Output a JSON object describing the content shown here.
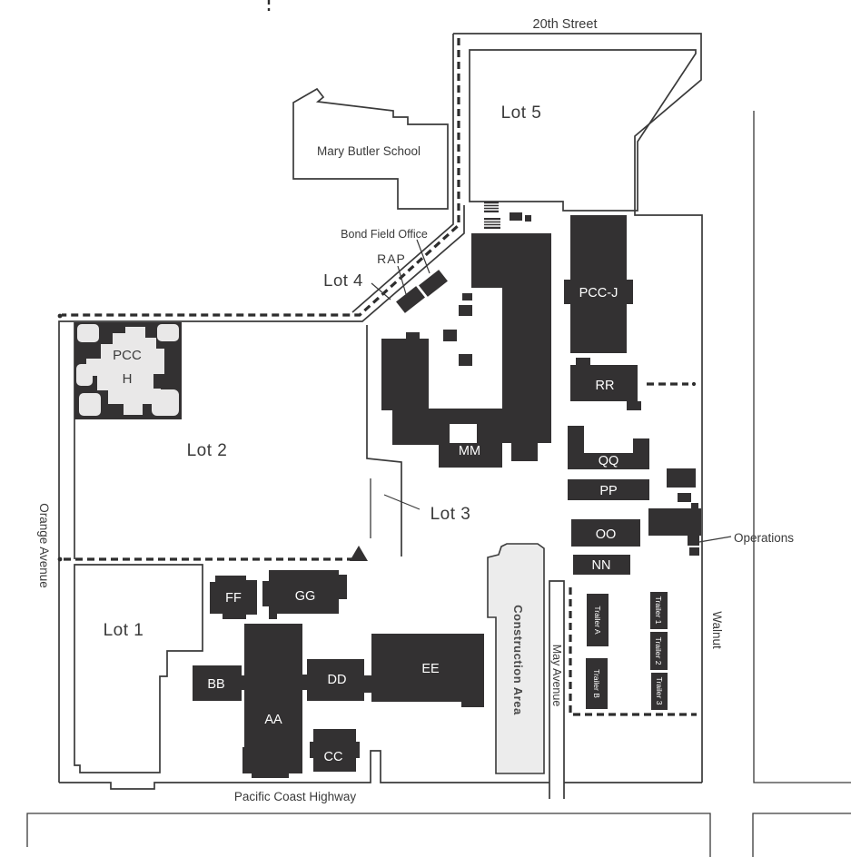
{
  "colors": {
    "building": "#333132",
    "light_area": "#e9e8e8",
    "construction": "#ececec",
    "line": "#3a3a3a",
    "dash": "#2d2d2d",
    "text": "#3a3a3a",
    "label_on_building": "#ffffff"
  },
  "streets": {
    "twentieth": "20th Street",
    "orange": "Orange Avenue",
    "pch": "Pacific Coast Highway",
    "walnut": "Walnut",
    "may": "May Avenue"
  },
  "lots": {
    "lot1": "Lot 1",
    "lot2": "Lot 2",
    "lot3": "Lot 3",
    "lot4": "Lot 4",
    "lot5": "Lot 5"
  },
  "places": {
    "mary_butler": "Mary Butler School",
    "bond_field_office": "Bond Field Office",
    "rap": "RAP",
    "operations": "Operations",
    "construction_area": "Construction Area",
    "pcc_h_line1": "PCC",
    "pcc_h_line2": "H"
  },
  "buildings": {
    "aa": "AA",
    "bb": "BB",
    "cc": "CC",
    "dd": "DD",
    "ee": "EE",
    "ff": "FF",
    "gg": "GG",
    "mm": "MM",
    "nn": "NN",
    "oo": "OO",
    "pp": "PP",
    "qq": "QQ",
    "rr": "RR",
    "pccj": "PCC-J"
  },
  "trailers": {
    "a": "Trailer A",
    "b": "Trailer B",
    "t1": "Trailer 1",
    "t2": "Trailer 2",
    "t3": "Trailer 3"
  }
}
